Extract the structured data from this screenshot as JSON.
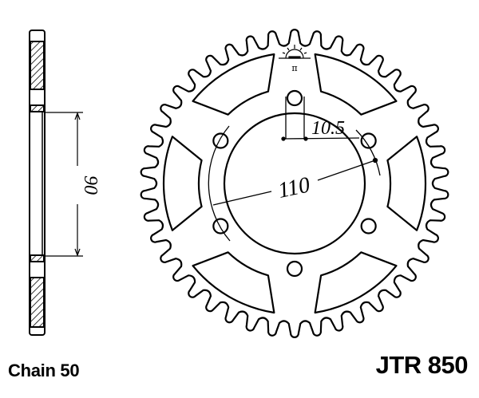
{
  "drawing": {
    "chain_label": "Chain 50",
    "part_number": "JTR 850",
    "dimensions": {
      "bolt_circle": "110",
      "bolt_hole": "10.5",
      "center_bore": "90"
    },
    "logo": "JT logo",
    "teeth_count": 42,
    "bolt_holes": 6
  }
}
